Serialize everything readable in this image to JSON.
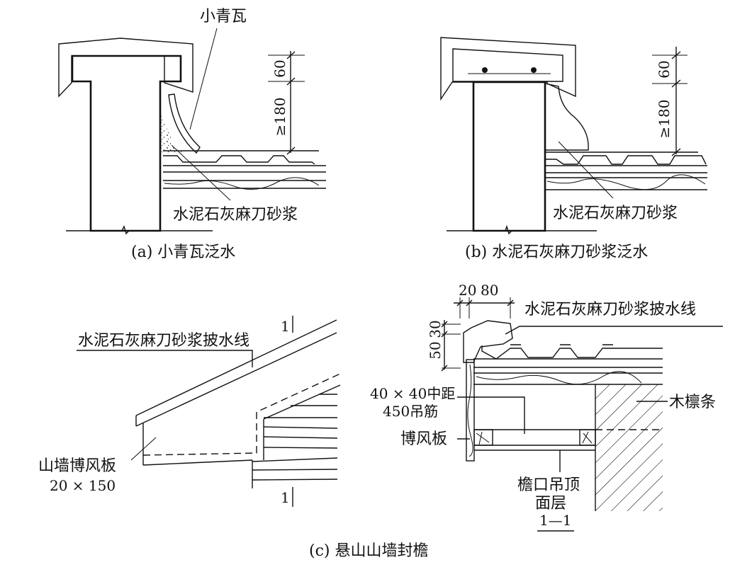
{
  "figure": {
    "panel_a": {
      "caption": "(a) 小青瓦泛水",
      "label_tile": "小青瓦",
      "label_mortar": "水泥石灰麻刀砂浆",
      "dim_top": "60",
      "dim_bottom": "≥180"
    },
    "panel_b": {
      "caption": "(b) 水泥石灰麻刀砂浆泛水",
      "label_mortar": "水泥石灰麻刀砂浆",
      "dim_top": "60",
      "dim_bottom": "≥180"
    },
    "panel_c": {
      "caption": "(c) 悬山山墙封檐",
      "elevation": {
        "label_drip": "水泥石灰麻刀砂浆披水线",
        "label_board_line1": "山墙博风板",
        "label_board_line2": "20 × 150",
        "section_mark_top": "1",
        "section_mark_bottom": "1"
      },
      "section": {
        "title": "1—1",
        "label_drip": "水泥石灰麻刀砂浆披水线",
        "label_hanger_line1": "40 × 40中距",
        "label_hanger_line2": "450吊筋",
        "label_board": "博风板",
        "label_purlin": "木檩条",
        "label_ceiling_line1": "檐口吊顶",
        "label_ceiling_line2": "面层",
        "dim_w1": "20",
        "dim_w2": "80",
        "dim_h1": "30",
        "dim_h2": "50"
      }
    }
  }
}
